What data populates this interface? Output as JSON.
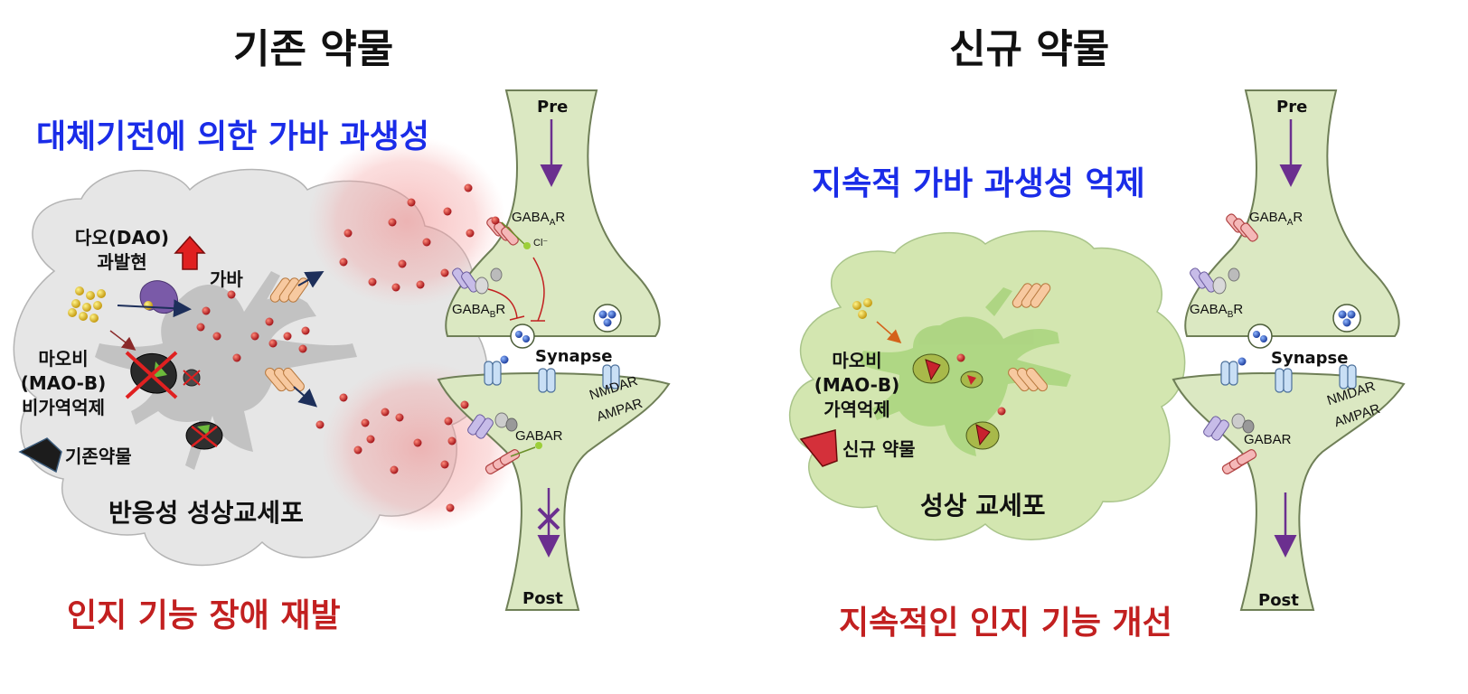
{
  "left": {
    "title": "기존 약물",
    "subtitle": "대체기전에 의한 가바 과생성",
    "dao_label_line1": "다오(DAO)",
    "dao_label_line2": "과발현",
    "gaba_label": "가바",
    "maob_line1": "마오비",
    "maob_line2": "(MAO-B)",
    "maob_line3": "비가역억제",
    "legend_drug": "기존약물",
    "cell_label": "반응성 성상교세포",
    "outcome": "인지 기능 장애 재발",
    "synapse": {
      "pre": "Pre",
      "post": "Post",
      "synapse": "Synapse",
      "gabaa": "GABA",
      "gabaa_sub": "A",
      "gabaa_suffix": "R",
      "gabab": "GABA",
      "gabab_sub": "B",
      "gabab_suffix": "R",
      "cl": "Cl⁻",
      "nmdar": "NMDAR",
      "ampar": "AMPAR",
      "gabar": "GABAR"
    }
  },
  "right": {
    "title": "신규 약물",
    "subtitle": "지속적 가바 과생성 억제",
    "maob_line1": "마오비",
    "maob_line2": "(MAO-B)",
    "maob_line3": "가역억제",
    "legend_drug": "신규 약물",
    "cell_label": "성상 교세포",
    "outcome": "지속적인 인지 기능 개선",
    "synapse": {
      "pre": "Pre",
      "post": "Post",
      "synapse": "Synapse",
      "gabaa": "GABA",
      "gabaa_sub": "A",
      "gabaa_suffix": "R",
      "gabab": "GABA",
      "gabab_sub": "B",
      "gabab_suffix": "R",
      "nmdar": "NMDAR",
      "ampar": "AMPAR",
      "gabar": "GABAR"
    }
  },
  "colors": {
    "title": "#111111",
    "subtitle_blue": "#1a2ce8",
    "outcome_red": "#c22020",
    "reactive_cloud": "#e3e3e3",
    "healthy_cloud": "#d3e6b0",
    "neuron": "#dbe8c2",
    "gaba_dot": "#c0282a"
  }
}
